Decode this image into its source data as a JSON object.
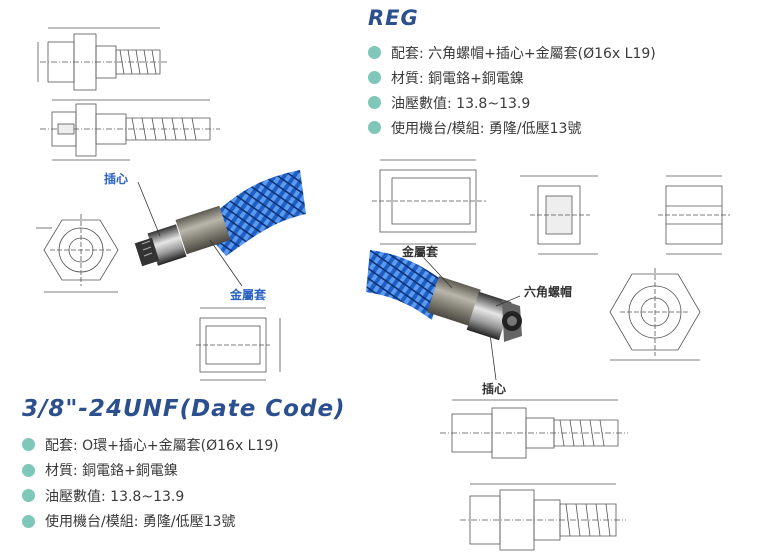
{
  "reg": {
    "title": "REG",
    "specs": [
      "配套: 六角螺帽+插心+金屬套(Ø16x L19)",
      "材質: 銅電鉻+銅電鎳",
      "油壓數值: 13.8~13.9",
      "使用機台/模組: 勇隆/低壓13號"
    ]
  },
  "unf": {
    "title": "3/8\"-24UNF(Date Code)",
    "specs": [
      "配套: O環+插心+金屬套(Ø16x L19)",
      "材質: 銅電鉻+銅電鎳",
      "油壓數值: 13.8~13.9",
      "使用機台/模組: 勇隆/低壓13號"
    ]
  },
  "callouts": {
    "insert_left": "插心",
    "sleeve_left": "金屬套",
    "sleeve_right": "金屬套",
    "hex_nut": "六角螺帽",
    "insert_right": "插心"
  },
  "colors": {
    "title": "#2c4f8e",
    "bullet": "#7fc7b8",
    "hose_blue": "#1f5fc4",
    "metal": "#8d8a7f"
  }
}
